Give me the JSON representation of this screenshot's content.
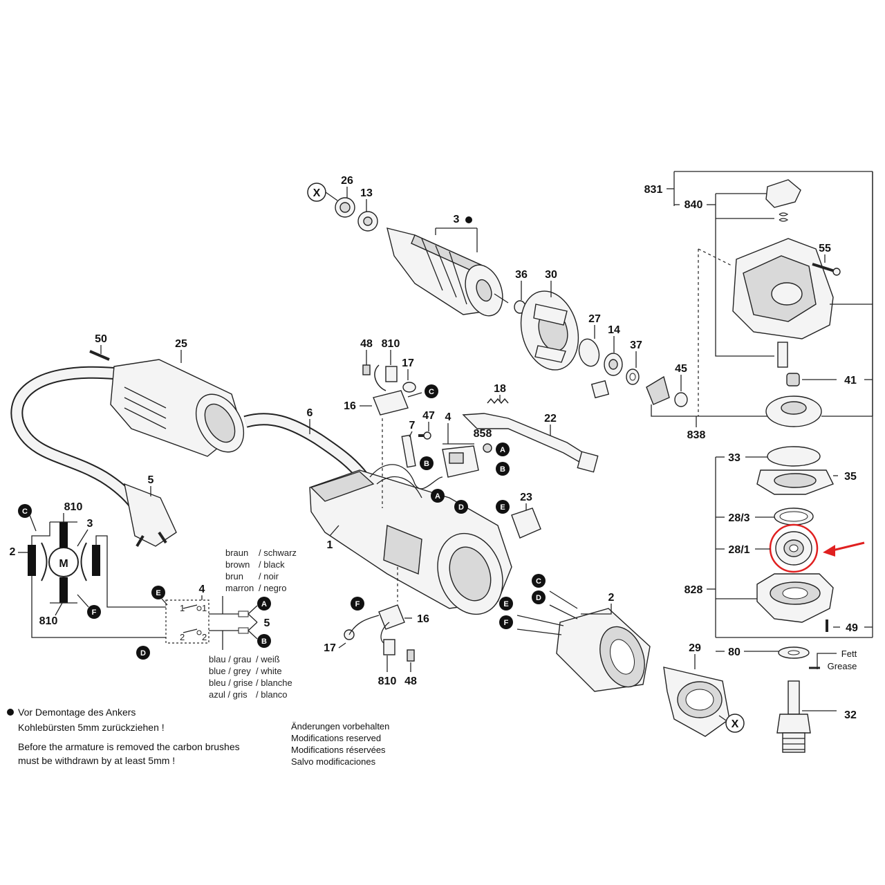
{
  "parts": {
    "p26": "26",
    "p13": "13",
    "p3": "3",
    "p36": "36",
    "p30": "30",
    "p27": "27",
    "p14": "14",
    "p37": "37",
    "p45": "45",
    "p50": "50",
    "p25": "25",
    "p48a": "48",
    "p810a": "810",
    "p17a": "17",
    "p16a": "16",
    "p18": "18",
    "p22": "22",
    "p6": "6",
    "p7": "7",
    "p47": "47",
    "p4a": "4",
    "p858": "858",
    "p5": "5",
    "p1": "1",
    "p23": "23",
    "p16b": "16",
    "p17b": "17",
    "p810b": "810",
    "p48b": "48",
    "p2": "2",
    "p29": "29",
    "p831": "831",
    "p840": "840",
    "p55": "55",
    "p41": "41",
    "p838": "838",
    "p33": "33",
    "p35": "35",
    "p28_3": "28/3",
    "p28_1": "28/1",
    "p828": "828",
    "p49": "49",
    "p80": "80",
    "p32": "32"
  },
  "markers": {
    "x1": "X",
    "x2": "X"
  },
  "connectors": {
    "A": "A",
    "B": "B",
    "C": "C",
    "D": "D",
    "E": "E",
    "F": "F"
  },
  "schematic": {
    "motor": "M",
    "l810a": "810",
    "l3": "3",
    "l2": "2",
    "l810b": "810",
    "l4": "4",
    "l5": "5",
    "t1a": "1",
    "t1b": "1",
    "t2a": "2",
    "t2b": "2"
  },
  "wire_colors_top": [
    [
      "braun",
      "/ schwarz"
    ],
    [
      "brown",
      "/ black"
    ],
    [
      "brun",
      "/ noir"
    ],
    [
      "marron",
      "/ negro"
    ]
  ],
  "wire_colors_bottom": [
    [
      "blau / grau",
      "/ weiß"
    ],
    [
      "blue / grey",
      "/ white"
    ],
    [
      "bleu / grise",
      "/ blanche"
    ],
    [
      "azul / gris",
      "/ blanco"
    ]
  ],
  "grease": {
    "de": "Fett",
    "en": "Grease"
  },
  "notes": {
    "de_line1": "Vor Demontage des Ankers",
    "de_line2": "Kohlebürsten 5mm zurückziehen !",
    "en_line1": "Before the armature is removed the carbon brushes",
    "en_line2": "must be withdrawn by at least 5mm !",
    "mod_de": "Änderungen vorbehalten",
    "mod_en": "Modifications reserved",
    "mod_fr": "Modifications réservées",
    "mod_es": "Salvo modificaciones"
  },
  "colors": {
    "highlight": "#e02020",
    "ink": "#111111"
  }
}
